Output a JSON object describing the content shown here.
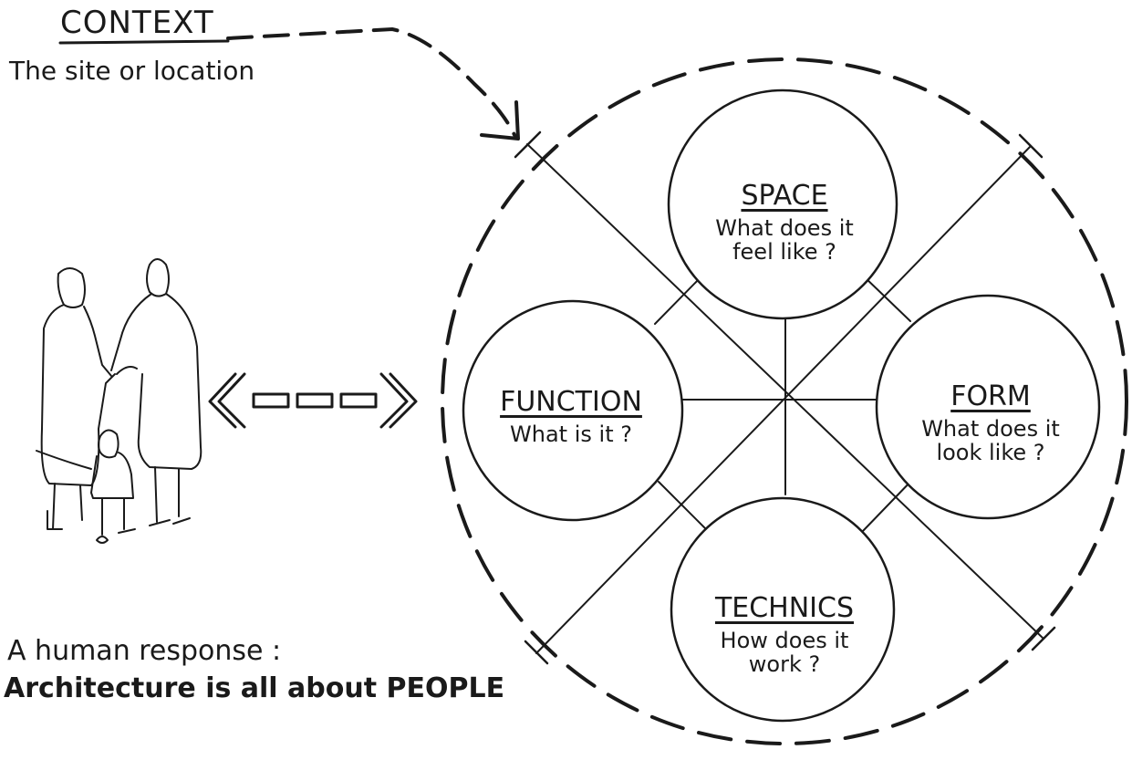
{
  "context": {
    "title": "CONTEXT",
    "subtitle": "The site or location"
  },
  "nodes": {
    "space": {
      "title": "SPACE",
      "line1": "What does it",
      "line2": "feel like ?"
    },
    "function": {
      "title": "FUNCTION",
      "line1": "What is it ?"
    },
    "form": {
      "title": "FORM",
      "line1": "What does it",
      "line2": "look like ?"
    },
    "technics": {
      "title": "TECHNICS",
      "line1": "How does it",
      "line2": "work ?"
    }
  },
  "human": {
    "line1": "A human response :",
    "line2": "Architecture is all about PEOPLE"
  },
  "icons": [
    "people-sketch-icon",
    "double-arrow-icon",
    "curved-arrow-icon"
  ],
  "colors": {
    "ink": "#1a1a1a",
    "paper": "#ffffff"
  }
}
